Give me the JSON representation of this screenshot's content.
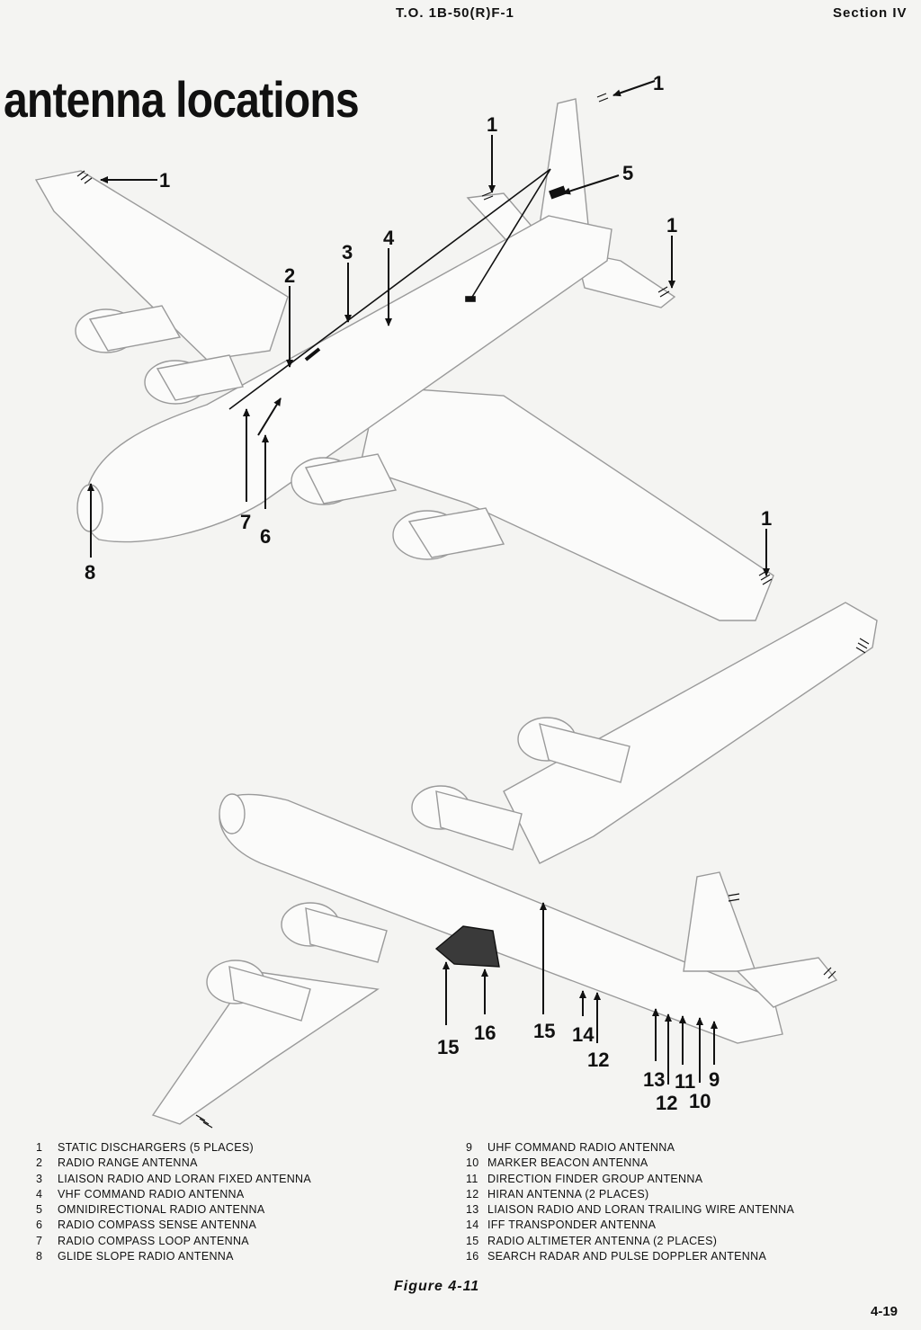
{
  "header": {
    "doc_number": "T.O. 1B-50(R)F-1",
    "section": "Section IV"
  },
  "title": "antenna locations",
  "callouts": {
    "c1a": "1",
    "c1b": "1",
    "c1c": "1",
    "c1d": "1",
    "c1e": "1",
    "c2": "2",
    "c3": "3",
    "c4": "4",
    "c5": "5",
    "c6": "6",
    "c7": "7",
    "c8": "8",
    "c9": "9",
    "c10": "10",
    "c11": "11",
    "c12a": "12",
    "c12b": "12",
    "c13": "13",
    "c14": "14",
    "c15a": "15",
    "c15b": "15",
    "c16": "16"
  },
  "legend_left": [
    {
      "num": "1",
      "text": "STATIC DISCHARGERS (5 PLACES)"
    },
    {
      "num": "2",
      "text": "RADIO RANGE ANTENNA"
    },
    {
      "num": "3",
      "text": "LIAISON RADIO AND LORAN FIXED ANTENNA"
    },
    {
      "num": "4",
      "text": "VHF COMMAND RADIO ANTENNA"
    },
    {
      "num": "5",
      "text": "OMNIDIRECTIONAL RADIO ANTENNA"
    },
    {
      "num": "6",
      "text": "RADIO COMPASS SENSE ANTENNA"
    },
    {
      "num": "7",
      "text": "RADIO COMPASS LOOP ANTENNA"
    },
    {
      "num": "8",
      "text": "GLIDE SLOPE RADIO ANTENNA"
    }
  ],
  "legend_right": [
    {
      "num": "9",
      "text": "UHF COMMAND RADIO ANTENNA"
    },
    {
      "num": "10",
      "text": "MARKER BEACON ANTENNA"
    },
    {
      "num": "11",
      "text": "DIRECTION FINDER GROUP ANTENNA"
    },
    {
      "num": "12",
      "text": "HIRAN ANTENNA (2 PLACES)"
    },
    {
      "num": "13",
      "text": "LIAISON RADIO AND LORAN TRAILING WIRE ANTENNA"
    },
    {
      "num": "14",
      "text": "IFF TRANSPONDER ANTENNA"
    },
    {
      "num": "15",
      "text": "RADIO ALTIMETER ANTENNA (2 PLACES)"
    },
    {
      "num": "16",
      "text": "SEARCH RADAR AND PULSE DOPPLER ANTENNA"
    }
  ],
  "caption": "Figure 4-11",
  "page_number": "4-19"
}
